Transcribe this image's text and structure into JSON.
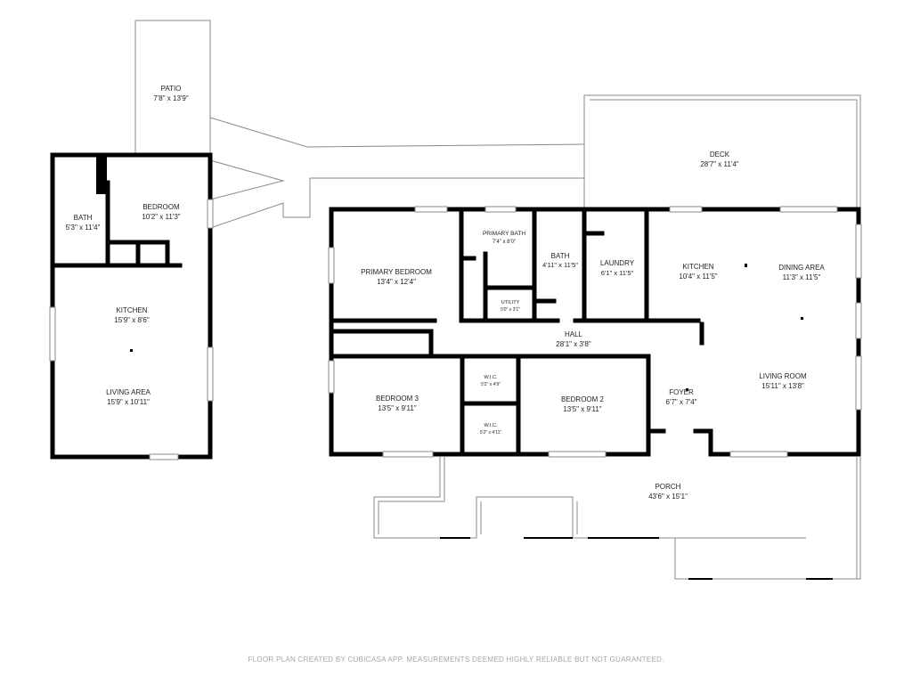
{
  "colors": {
    "wall": "#000000",
    "thin_line": "#8a8a8a",
    "label": "#222222",
    "footer": "#a6a6a6",
    "background": "#ffffff"
  },
  "rooms": {
    "patio": {
      "name": "PATIO",
      "dim": "7'8\" x 13'9\""
    },
    "deck": {
      "name": "DECK",
      "dim": "28'7\" x 11'4\""
    },
    "guest_bath": {
      "name": "BATH",
      "dim": "5'3\" x 11'4\""
    },
    "guest_bedroom": {
      "name": "BEDROOM",
      "dim": "10'2\" x 11'3\""
    },
    "guest_kitchen": {
      "name": "KITCHEN",
      "dim": "15'9\" x 8'6\""
    },
    "guest_living": {
      "name": "LIVING AREA",
      "dim": "15'9\" x 10'11\""
    },
    "primary_bedroom": {
      "name": "PRIMARY BEDROOM",
      "dim": "13'4\" x 12'4\""
    },
    "primary_bath": {
      "name": "PRIMARY BATH",
      "dim": "7'4\" x 8'0\""
    },
    "utility": {
      "name": "UTILITY",
      "dim": "5'0\" x 3'1\""
    },
    "bath": {
      "name": "BATH",
      "dim": "4'11\" x 11'5\""
    },
    "laundry": {
      "name": "LAUNDRY",
      "dim": "6'1\" x 11'5\""
    },
    "kitchen": {
      "name": "KITCHEN",
      "dim": "10'4\" x 11'5\""
    },
    "dining": {
      "name": "DINING AREA",
      "dim": "11'3\" x 11'5\""
    },
    "hall": {
      "name": "HALL",
      "dim": "28'1\" x 3'8\""
    },
    "bedroom3": {
      "name": "BEDROOM 3",
      "dim": "13'5\" x 9'11\""
    },
    "wic1": {
      "name": "W.I.C.",
      "dim": "5'2\" x 4'9\""
    },
    "wic2": {
      "name": "W.I.C.",
      "dim": "5'2\" x 4'11\""
    },
    "bedroom2": {
      "name": "BEDROOM 2",
      "dim": "13'5\" x 9'11\""
    },
    "foyer": {
      "name": "FOYER",
      "dim": "6'7\" x 7'4\""
    },
    "living_room": {
      "name": "LIVING ROOM",
      "dim": "15'11\" x 13'8\""
    },
    "porch": {
      "name": "PORCH",
      "dim": "43'6\" x 15'1\""
    }
  },
  "footer": {
    "note": "FLOOR PLAN CREATED BY CUBICASA APP. MEASUREMENTS DEEMED HIGHLY RELIABLE BUT NOT GUARANTEED."
  }
}
